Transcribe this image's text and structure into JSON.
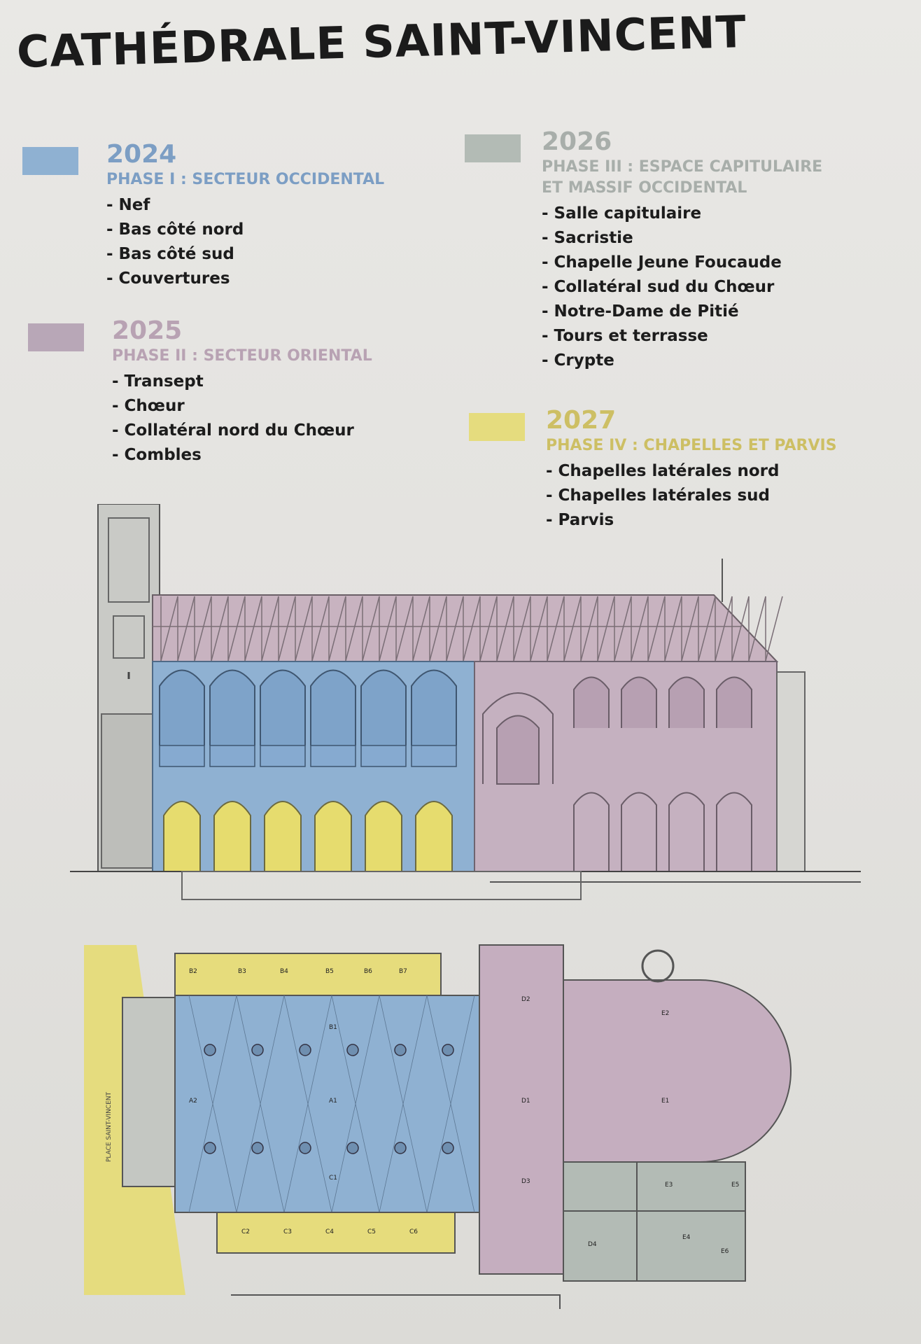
{
  "title": "CATHÉDRALE SAINT-VINCENT",
  "colors": {
    "phase1": "#8fb1d2",
    "phase2": "#b8a7b7",
    "phase3": "#b3bbb5",
    "phase4": "#e5dc7e"
  },
  "phases": [
    {
      "year": "2024",
      "title": "PHASE I : SECTEUR OCCIDENTAL",
      "items": [
        "- Nef",
        "- Bas côté nord",
        "- Bas côté sud",
        "- Couvertures"
      ]
    },
    {
      "year": "2025",
      "title": "PHASE II : SECTEUR ORIENTAL",
      "items": [
        "- Transept",
        "- Chœur",
        "- Collatéral nord du Chœur",
        "- Combles"
      ]
    },
    {
      "year": "2026",
      "title_line1": "PHASE III : ESPACE CAPITULAIRE",
      "title_line2": "ET MASSIF OCCIDENTAL",
      "items": [
        "- Salle capitulaire",
        "- Sacristie",
        "- Chapelle Jeune Foucaude",
        "- Collatéral sud du Chœur",
        "- Notre-Dame de Pitié",
        "- Tours et terrasse",
        "- Crypte"
      ]
    },
    {
      "year": "2027",
      "title": "PHASE IV : CHAPELLES ET PARVIS",
      "items": [
        "- Chapelles latérales nord",
        "- Chapelles latérales sud",
        "- Parvis"
      ]
    }
  ],
  "plan": {
    "street": "PLACE SAINT-VINCENT",
    "labels": [
      "B2",
      "B3",
      "B4",
      "B5",
      "B6",
      "B7",
      "B1",
      "A2",
      "A1",
      "C1",
      "C2",
      "C3",
      "C4",
      "C5",
      "C6",
      "D2",
      "D1",
      "D3",
      "D4",
      "E2",
      "E1",
      "E3",
      "E5",
      "E4",
      "E6"
    ]
  }
}
